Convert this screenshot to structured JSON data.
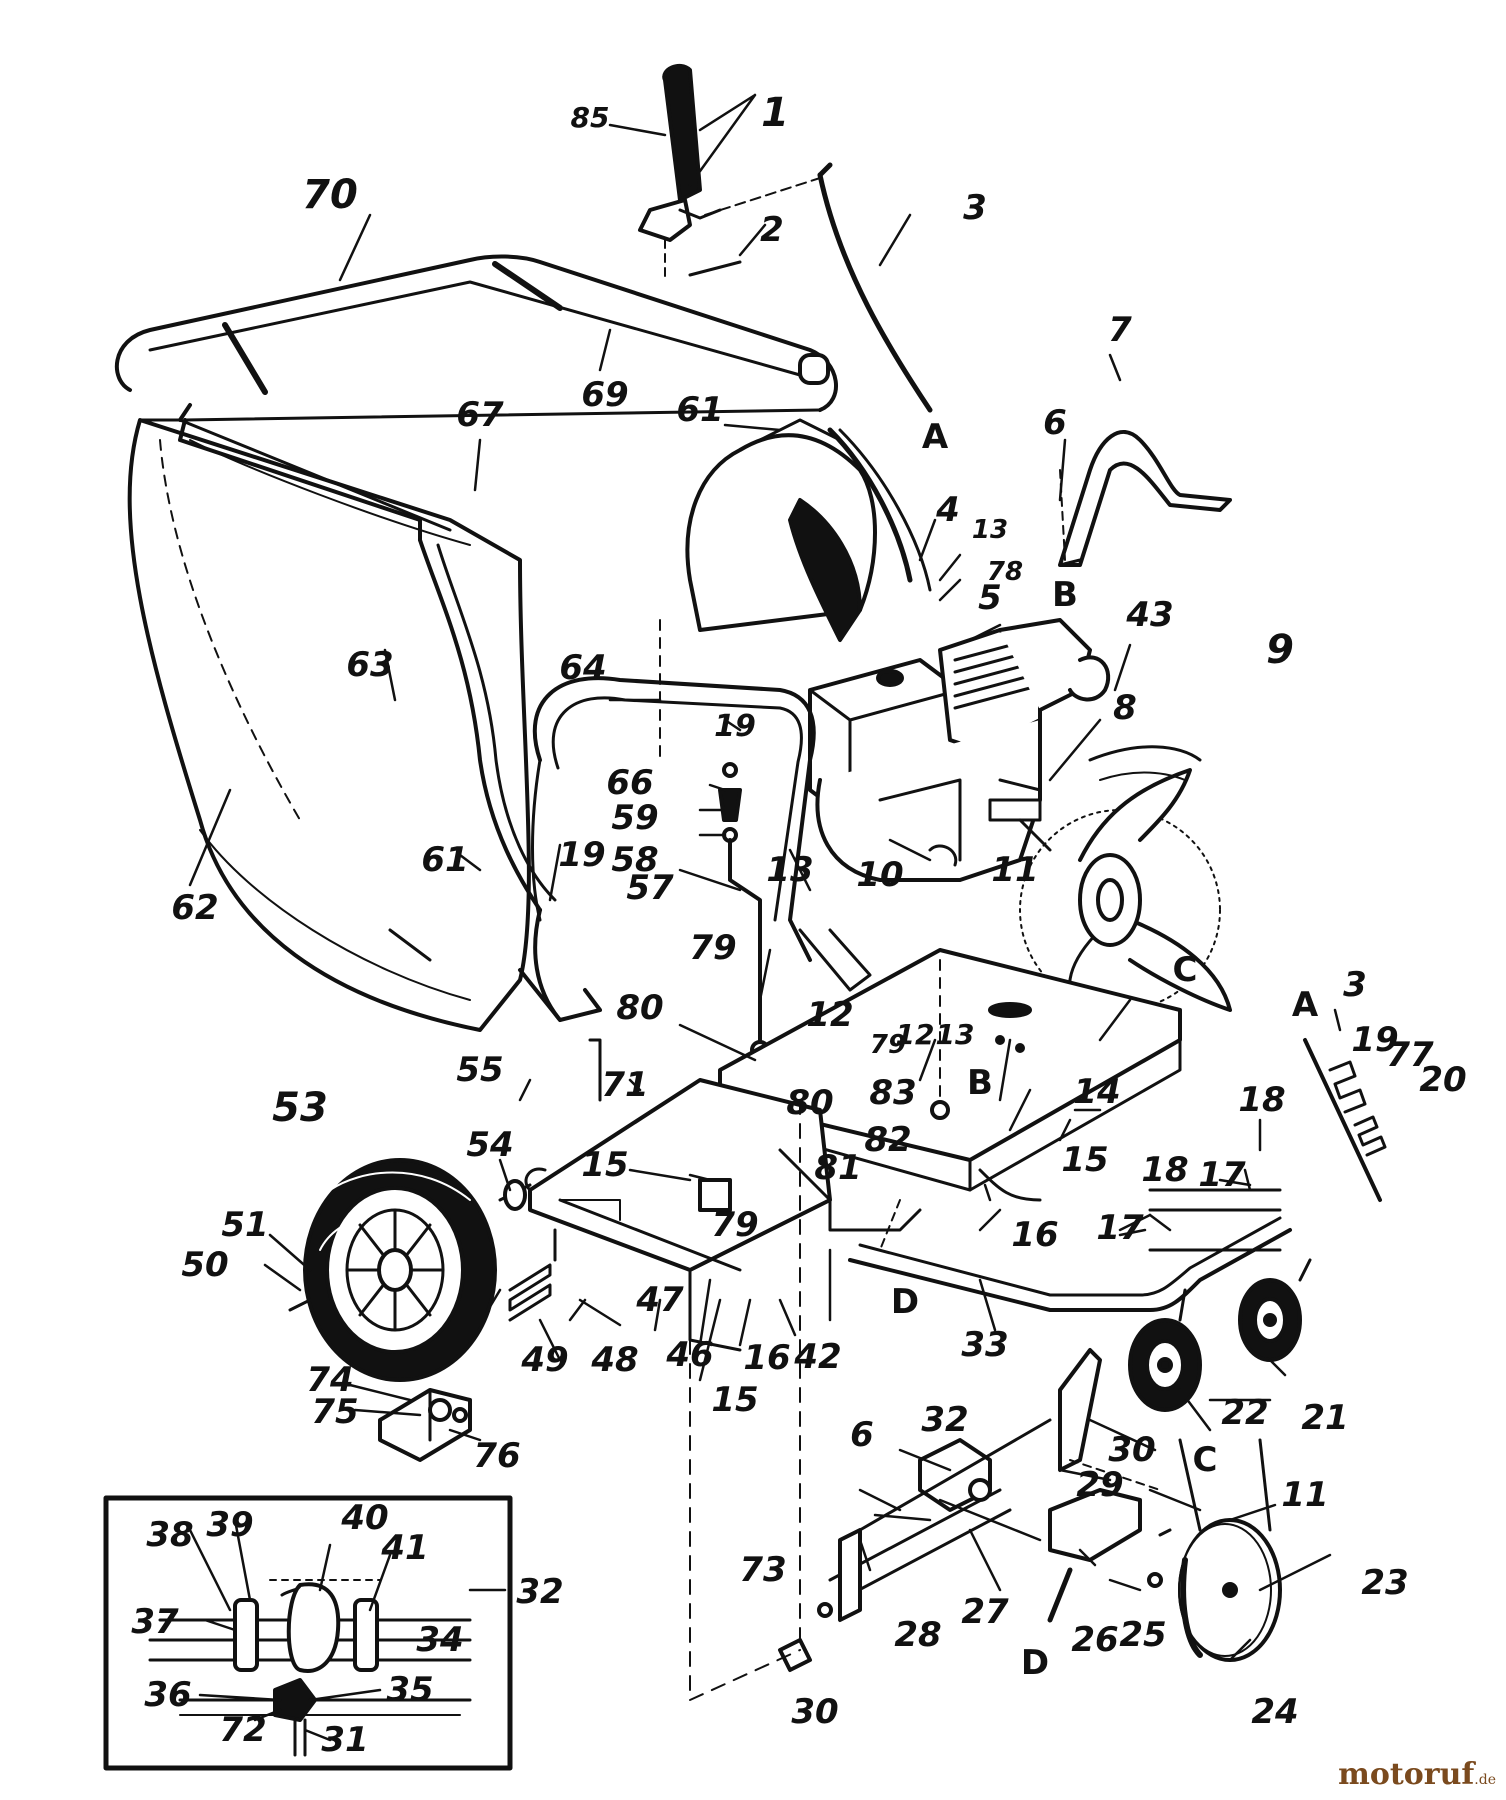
{
  "diagram": {
    "part_labels": [
      "85",
      "1",
      "70",
      "2",
      "3",
      "69",
      "61",
      "67",
      "A",
      "7",
      "6",
      "4",
      "13",
      "78",
      "63",
      "B",
      "5",
      "43",
      "9",
      "64",
      "8",
      "19",
      "66",
      "59",
      "58",
      "19",
      "61",
      "62",
      "57",
      "10",
      "11",
      "13",
      "79",
      "12",
      "C",
      "80",
      "79",
      "12",
      "13",
      "3",
      "A",
      "19",
      "77",
      "20",
      "55",
      "71",
      "B",
      "53",
      "83",
      "82",
      "80",
      "14",
      "18",
      "54",
      "15",
      "81",
      "15",
      "17",
      "18",
      "51",
      "17",
      "16",
      "50",
      "79",
      "47",
      "16",
      "42",
      "D",
      "33",
      "49",
      "48",
      "46",
      "15",
      "74",
      "75",
      "76",
      "21",
      "22",
      "30",
      "32",
      "6",
      "C",
      "29",
      "11",
      "38",
      "39",
      "40",
      "41",
      "37",
      "34",
      "32",
      "36",
      "35",
      "72",
      "31",
      "73",
      "28",
      "27",
      "26",
      "25",
      "23",
      "D",
      "30",
      "24"
    ],
    "inset_labels": [
      "38",
      "39",
      "40",
      "41",
      "37",
      "34",
      "32",
      "36",
      "35",
      "72",
      "31"
    ]
  },
  "watermark": {
    "text": "motoruf",
    "suffix": ".de"
  }
}
